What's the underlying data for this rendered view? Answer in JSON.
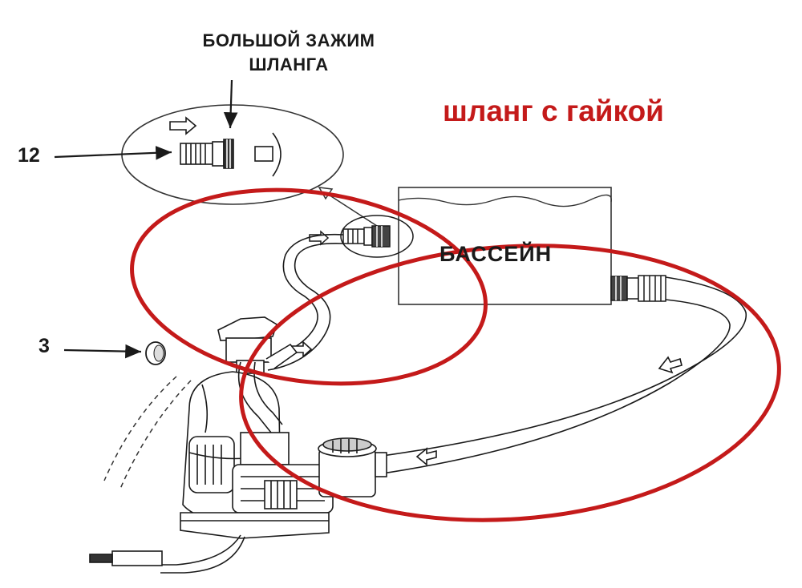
{
  "labels": {
    "clamp_line1": "БОЛЬШОЙ ЗАЖИМ",
    "clamp_line2": "ШЛАНГА",
    "num_12": "12",
    "num_3": "3",
    "pool": "БАССЕЙН",
    "annotation": "шланг с гайкой"
  },
  "colors": {
    "line": "#1a1a1a",
    "annotation_red": "#c41a1a",
    "background": "#ffffff"
  }
}
